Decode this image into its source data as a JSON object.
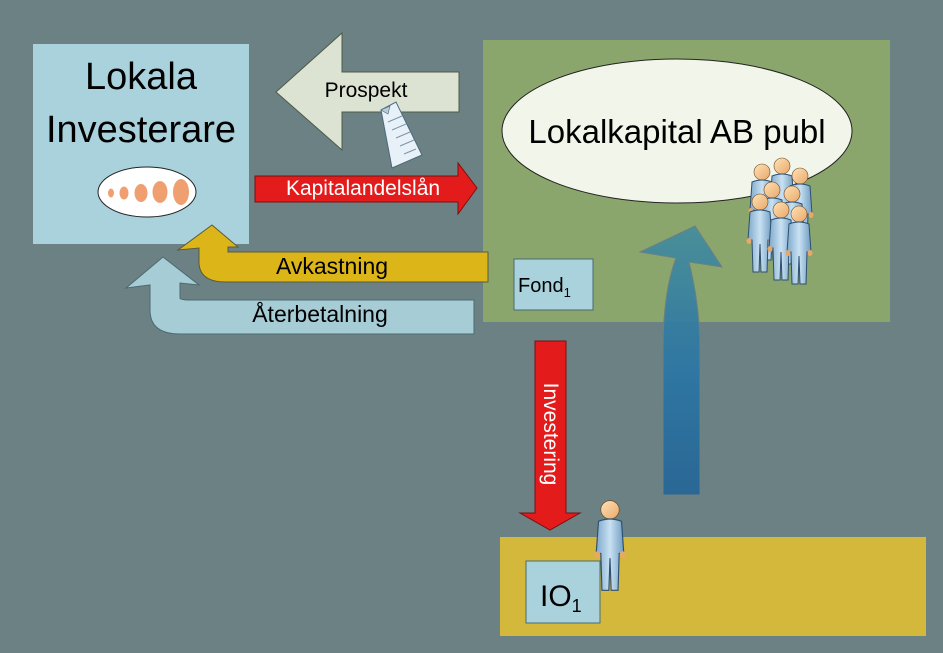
{
  "investors": {
    "line1": "Lokala",
    "line2": "Investerare"
  },
  "company": {
    "name": "Lokalkapital AB publ",
    "fund_base": "Fond",
    "fund_sub": "1"
  },
  "flows": {
    "prospectus": "Prospekt",
    "capital_loan": "Kapitalandelslån",
    "return": "Avkastning",
    "repayment": "Återbetalning",
    "investment": "Investering"
  },
  "target": {
    "base": "IO",
    "sub": "1"
  },
  "colors": {
    "background": "#6b8183",
    "investors_box": "#a9d2dc",
    "company_box": "#8ba66c",
    "target_box": "#d4b83c",
    "capital_arrow": "#e31b1b",
    "return_arrow": "#dcb519",
    "repayment_arrow": "#a6ccd6",
    "prospectus_arrow": "#dde3d2",
    "upward_arrow": "#2e72a0"
  }
}
